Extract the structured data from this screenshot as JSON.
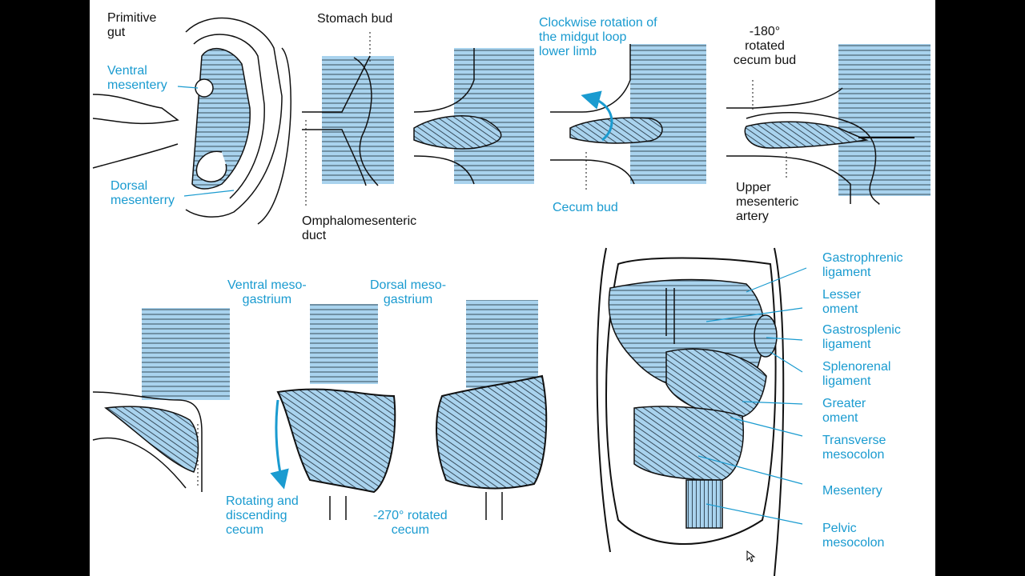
{
  "colors": {
    "accent": "#1a9bd0",
    "fill": "#a9d3ee",
    "stroke": "#111111",
    "background": "#ffffff"
  },
  "labels": {
    "primitive_gut": "Primitive\ngut",
    "ventral_mesentery": "Ventral\nmesentery",
    "dorsal_mesentery": "Dorsal\nmesenterry",
    "stomach_bud": "Stomach bud",
    "omphalomesenteric_duct": "Omphalomesenteric\nduct",
    "clockwise_rotation": "Clockwise rotation of\nthe midgut loop\nlower limb",
    "cecum_bud": "Cecum bud",
    "rotated_cecum_bud": "-180°\nrotated\ncecum bud",
    "upper_mesenteric_artery": "Upper\nmesenteric\nartery",
    "ventral_mesogastrium": "Ventral meso-\ngastrium",
    "dorsal_mesogastrium": "Dorsal meso-\ngastrium",
    "rotating_cecum": "Rotating and\ndiscending\ncecum",
    "rotated_cecum_270": "-270° rotated\ncecum",
    "gastrophrenic_ligament": "Gastrophrenic\nligament",
    "lesser_oment": "Lesser\noment",
    "gastrosplenic_ligament": "Gastrosplenic\nligament",
    "splenorenal_ligament": "Splenorenal\nligament",
    "greater_oment": "Greater\noment",
    "transverse_mesocolon": "Transverse\nmesocolon",
    "mesentery": "Mesentery",
    "pelvic_mesocolon": "Pelvic\nmesocolon"
  },
  "icons": {
    "cursor": "mouse-pointer-icon"
  }
}
